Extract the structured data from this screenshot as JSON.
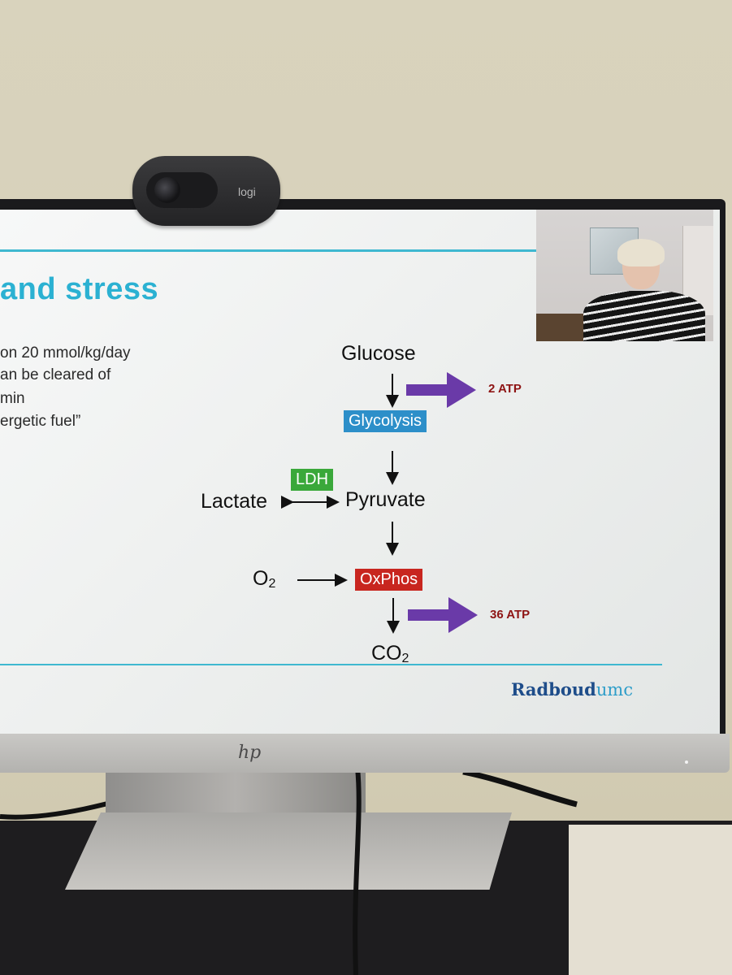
{
  "slide": {
    "title": "and stress",
    "bullets": [
      "on 20 mmol/kg/day",
      "an be cleared of",
      "min",
      "ergetic fuel”"
    ],
    "diagram": {
      "glucose": "Glucose",
      "glycolysis": "Glycolysis",
      "ldh": "LDH",
      "lactate": "Lactate",
      "pyruvate": "Pyruvate",
      "o2_main": "O",
      "o2_sub": "2",
      "oxphos": "OxPhos",
      "co2_main": "CO",
      "co2_sub": "2",
      "atp_glycolysis": "2 ATP",
      "atp_oxphos": "36 ATP"
    },
    "logo": {
      "main": "Radboud",
      "suffix": "umc"
    }
  },
  "webcam": {
    "brand": "logi"
  },
  "monitor": {
    "brand": "hp"
  },
  "colors": {
    "accent": "#2bb1d2",
    "glycolysis_box": "#2d8fc9",
    "ldh_box": "#3aa83a",
    "oxphos_box": "#c8261f",
    "atp_arrow": "#6a3aa8",
    "atp_text": "#8e1414"
  }
}
